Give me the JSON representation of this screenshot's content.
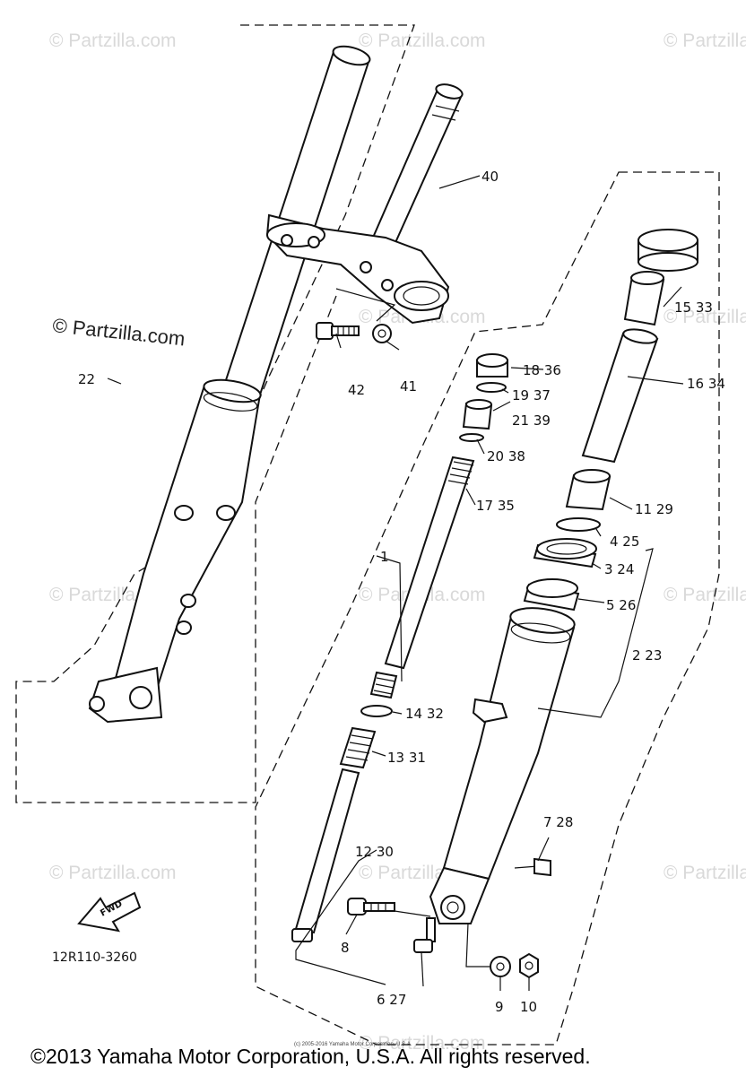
{
  "watermarks": [
    "© Partzilla.com",
    "© Partzilla.com",
    "© Partzilla.com",
    "© Partzilla.com",
    "© Partzilla.com",
    "© Partzilla.com",
    "© Partzilla.com",
    "© Partzilla.com",
    "© Partzilla.com",
    "© Partzilla.com",
    "© Partzilla.com",
    "© Partzilla.com"
  ],
  "main_watermark": "© Partzilla.com",
  "callouts": {
    "p40": "40",
    "p41": "41",
    "p42": "42",
    "p22": "22",
    "p1": "1",
    "p15_33": "15 33",
    "p16_34": "16 34",
    "p18_36": "18 36",
    "p19_37": "19 37",
    "p21_39": "21 39",
    "p20_38": "20 38",
    "p17_35": "17 35",
    "p11_29": "11 29",
    "p4_25": "4 25",
    "p3_24": "3 24",
    "p5_26": "5 26",
    "p2_23": "2 23",
    "p14_32": "14 32",
    "p13_31": "13 31",
    "p12_30": "12 30",
    "p7_28": "7 28",
    "p8": "8",
    "p6_27": "6 27",
    "p9": "9",
    "p10": "10"
  },
  "fwd_label": "FWD",
  "diagram_code": "12R110-3260",
  "small_notice": "(c) 2005-2016 Yamaha Motor Corporation, U.S.A.",
  "copyright": "©2013 Yamaha Motor Corporation, U.S.A. All rights reserved."
}
